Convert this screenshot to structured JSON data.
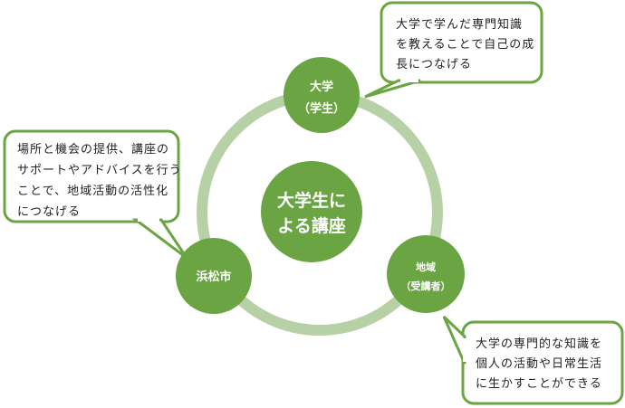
{
  "colors": {
    "ring": "#b7d1a6",
    "node": "#6aa443",
    "border": "#6aa443"
  },
  "center": {
    "lines": [
      "大学生に",
      "よる講座"
    ]
  },
  "nodes": {
    "university": {
      "lines": [
        "大学",
        "（学生）"
      ]
    },
    "region": {
      "lines": [
        "地域",
        "（受講者）"
      ]
    },
    "city": {
      "lines": [
        "浜松市"
      ]
    }
  },
  "callouts": {
    "university": {
      "lines": [
        "大学で学んだ専門知識",
        "を教えることで自己の成",
        "長につなげる"
      ]
    },
    "city": {
      "lines": [
        "場所と機会の提供、講座の",
        "サポートやアドバイスを行う",
        "ことで、地域活動の活性化",
        "につなげる"
      ]
    },
    "region": {
      "lines": [
        "大学の専門的な知識を",
        "個人の活動や日常生活",
        "に生かすことができる"
      ]
    }
  }
}
